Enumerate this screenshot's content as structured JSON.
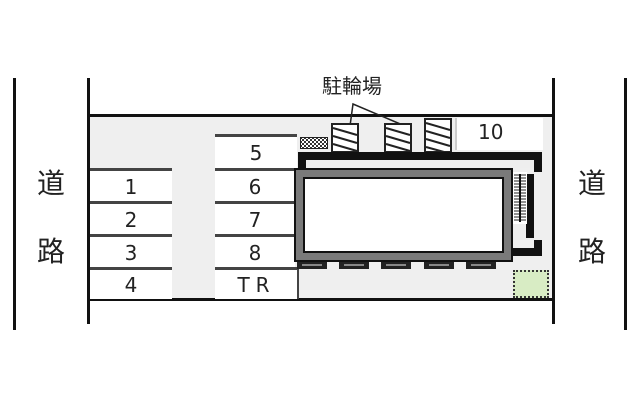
{
  "diagram": {
    "type": "parking-site-plan",
    "roads": {
      "left": {
        "label_chars": [
          "道",
          "路"
        ]
      },
      "right": {
        "label_chars": [
          "道",
          "路"
        ]
      }
    },
    "bicycle_parking": {
      "label": "駐輪場"
    },
    "parking_spaces": {
      "left_column": [
        "1",
        "2",
        "3",
        "4"
      ],
      "middle_column": [
        "5",
        "6",
        "7",
        "8",
        "TR"
      ],
      "top_right": "10"
    },
    "colors": {
      "lot_fill": "#efefef",
      "building_wall": "#7a7a7a",
      "outline": "#111111",
      "green_area": "#d8ecc4"
    }
  }
}
